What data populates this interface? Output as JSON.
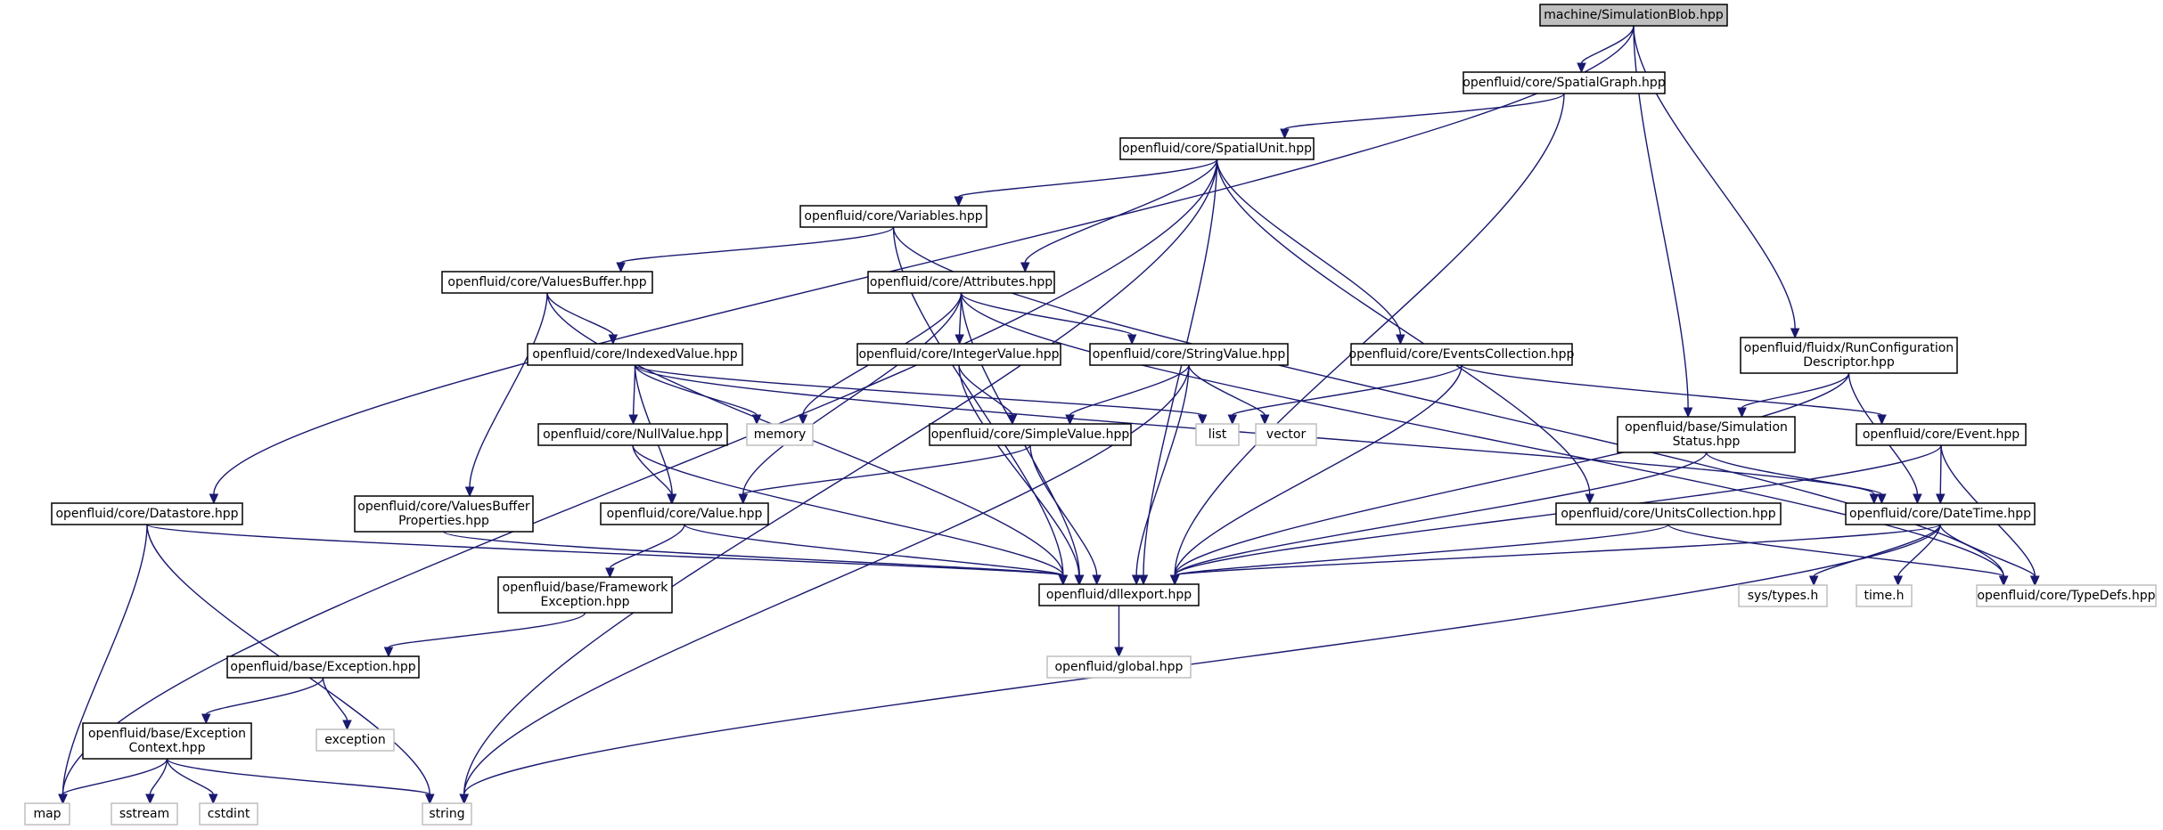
{
  "colors": {
    "edge": "#191970",
    "main_fill": "#bfbfbf",
    "node_border": "#000000",
    "system_border": "#bfbfbf",
    "system_text": "#404040"
  },
  "nodes": {
    "simblob": {
      "lines": [
        "machine/SimulationBlob.hpp"
      ],
      "kind": "main"
    },
    "spatialgraph": {
      "lines": [
        "openfluid/core/SpatialGraph.hpp"
      ],
      "kind": "local"
    },
    "spatialunit": {
      "lines": [
        "openfluid/core/SpatialUnit.hpp"
      ],
      "kind": "local"
    },
    "variables": {
      "lines": [
        "openfluid/core/Variables.hpp"
      ],
      "kind": "local"
    },
    "valuesbuffer": {
      "lines": [
        "openfluid/core/ValuesBuffer.hpp"
      ],
      "kind": "local"
    },
    "attributes": {
      "lines": [
        "openfluid/core/Attributes.hpp"
      ],
      "kind": "local"
    },
    "indexedvalue": {
      "lines": [
        "openfluid/core/IndexedValue.hpp"
      ],
      "kind": "local"
    },
    "integervalue": {
      "lines": [
        "openfluid/core/IntegerValue.hpp"
      ],
      "kind": "local"
    },
    "stringvalue": {
      "lines": [
        "openfluid/core/StringValue.hpp"
      ],
      "kind": "local"
    },
    "eventscollection": {
      "lines": [
        "openfluid/core/EventsCollection.hpp"
      ],
      "kind": "local"
    },
    "runconfig": {
      "lines": [
        "openfluid/fluidx/RunConfiguration",
        "Descriptor.hpp"
      ],
      "kind": "local"
    },
    "nullvalue": {
      "lines": [
        "openfluid/core/NullValue.hpp"
      ],
      "kind": "local"
    },
    "memory": {
      "lines": [
        "memory"
      ],
      "kind": "system"
    },
    "list": {
      "lines": [
        "list"
      ],
      "kind": "system"
    },
    "vector": {
      "lines": [
        "vector"
      ],
      "kind": "system"
    },
    "simplevalue": {
      "lines": [
        "openfluid/core/SimpleValue.hpp"
      ],
      "kind": "local"
    },
    "simstatus": {
      "lines": [
        "openfluid/base/Simulation",
        "Status.hpp"
      ],
      "kind": "local"
    },
    "event": {
      "lines": [
        "openfluid/core/Event.hpp"
      ],
      "kind": "local"
    },
    "datastore": {
      "lines": [
        "openfluid/core/Datastore.hpp"
      ],
      "kind": "local"
    },
    "vbprops": {
      "lines": [
        "openfluid/core/ValuesBuffer",
        "Properties.hpp"
      ],
      "kind": "local"
    },
    "value": {
      "lines": [
        "openfluid/core/Value.hpp"
      ],
      "kind": "local"
    },
    "unitscollection": {
      "lines": [
        "openfluid/core/UnitsCollection.hpp"
      ],
      "kind": "local"
    },
    "datetime": {
      "lines": [
        "openfluid/core/DateTime.hpp"
      ],
      "kind": "local"
    },
    "fwexception": {
      "lines": [
        "openfluid/base/Framework",
        "Exception.hpp"
      ],
      "kind": "local"
    },
    "dllexport": {
      "lines": [
        "openfluid/dllexport.hpp"
      ],
      "kind": "local"
    },
    "systypes": {
      "lines": [
        "sys/types.h"
      ],
      "kind": "system"
    },
    "timeh": {
      "lines": [
        "time.h"
      ],
      "kind": "system"
    },
    "typedefs": {
      "lines": [
        "openfluid/core/TypeDefs.hpp"
      ],
      "kind": "system"
    },
    "globalhpp": {
      "lines": [
        "openfluid/global.hpp"
      ],
      "kind": "system"
    },
    "exception": {
      "lines": [
        "openfluid/base/Exception.hpp"
      ],
      "kind": "local"
    },
    "stdexception": {
      "lines": [
        "exception"
      ],
      "kind": "system"
    },
    "exccontext": {
      "lines": [
        "openfluid/base/Exception",
        "Context.hpp"
      ],
      "kind": "local"
    },
    "map": {
      "lines": [
        "map"
      ],
      "kind": "system"
    },
    "sstream": {
      "lines": [
        "sstream"
      ],
      "kind": "system"
    },
    "cstdint": {
      "lines": [
        "cstdint"
      ],
      "kind": "system"
    },
    "string": {
      "lines": [
        "string"
      ],
      "kind": "system"
    }
  },
  "edges": [
    [
      "simblob",
      "spatialgraph"
    ],
    [
      "simblob",
      "datastore"
    ],
    [
      "simblob",
      "simstatus"
    ],
    [
      "simblob",
      "runconfig"
    ],
    [
      "spatialgraph",
      "spatialunit"
    ],
    [
      "spatialgraph",
      "dllexport"
    ],
    [
      "spatialunit",
      "variables"
    ],
    [
      "spatialunit",
      "attributes"
    ],
    [
      "spatialunit",
      "eventscollection"
    ],
    [
      "spatialunit",
      "unitscollection"
    ],
    [
      "spatialunit",
      "map"
    ],
    [
      "spatialunit",
      "string"
    ],
    [
      "spatialunit",
      "dllexport"
    ],
    [
      "variables",
      "valuesbuffer"
    ],
    [
      "variables",
      "typedefs"
    ],
    [
      "variables",
      "dllexport"
    ],
    [
      "valuesbuffer",
      "indexedvalue"
    ],
    [
      "valuesbuffer",
      "vbprops"
    ],
    [
      "valuesbuffer",
      "dllexport"
    ],
    [
      "attributes",
      "integervalue"
    ],
    [
      "attributes",
      "stringvalue"
    ],
    [
      "attributes",
      "memory"
    ],
    [
      "attributes",
      "value"
    ],
    [
      "attributes",
      "dllexport"
    ],
    [
      "attributes",
      "typedefs"
    ],
    [
      "indexedvalue",
      "nullvalue"
    ],
    [
      "indexedvalue",
      "memory"
    ],
    [
      "indexedvalue",
      "list"
    ],
    [
      "indexedvalue",
      "value"
    ],
    [
      "indexedvalue",
      "datetime"
    ],
    [
      "integervalue",
      "simplevalue"
    ],
    [
      "integervalue",
      "dllexport"
    ],
    [
      "stringvalue",
      "simplevalue"
    ],
    [
      "stringvalue",
      "vector"
    ],
    [
      "stringvalue",
      "dllexport"
    ],
    [
      "stringvalue",
      "string"
    ],
    [
      "eventscollection",
      "list"
    ],
    [
      "eventscollection",
      "event"
    ],
    [
      "eventscollection",
      "dllexport"
    ],
    [
      "runconfig",
      "simstatus"
    ],
    [
      "runconfig",
      "datetime"
    ],
    [
      "runconfig",
      "dllexport"
    ],
    [
      "nullvalue",
      "value"
    ],
    [
      "nullvalue",
      "dllexport"
    ],
    [
      "simplevalue",
      "value"
    ],
    [
      "simplevalue",
      "dllexport"
    ],
    [
      "simstatus",
      "datetime"
    ],
    [
      "simstatus",
      "dllexport"
    ],
    [
      "event",
      "datetime"
    ],
    [
      "event",
      "typedefs"
    ],
    [
      "event",
      "dllexport"
    ],
    [
      "datastore",
      "dllexport"
    ],
    [
      "datastore",
      "map"
    ],
    [
      "datastore",
      "string"
    ],
    [
      "vbprops",
      "dllexport"
    ],
    [
      "value",
      "fwexception"
    ],
    [
      "value",
      "dllexport"
    ],
    [
      "unitscollection",
      "dllexport"
    ],
    [
      "unitscollection",
      "typedefs"
    ],
    [
      "datetime",
      "systypes"
    ],
    [
      "datetime",
      "timeh"
    ],
    [
      "datetime",
      "typedefs"
    ],
    [
      "datetime",
      "dllexport"
    ],
    [
      "datetime",
      "string"
    ],
    [
      "fwexception",
      "exception"
    ],
    [
      "dllexport",
      "globalhpp"
    ],
    [
      "exception",
      "stdexception"
    ],
    [
      "exception",
      "exccontext"
    ],
    [
      "exccontext",
      "map"
    ],
    [
      "exccontext",
      "sstream"
    ],
    [
      "exccontext",
      "cstdint"
    ],
    [
      "exccontext",
      "string"
    ]
  ]
}
